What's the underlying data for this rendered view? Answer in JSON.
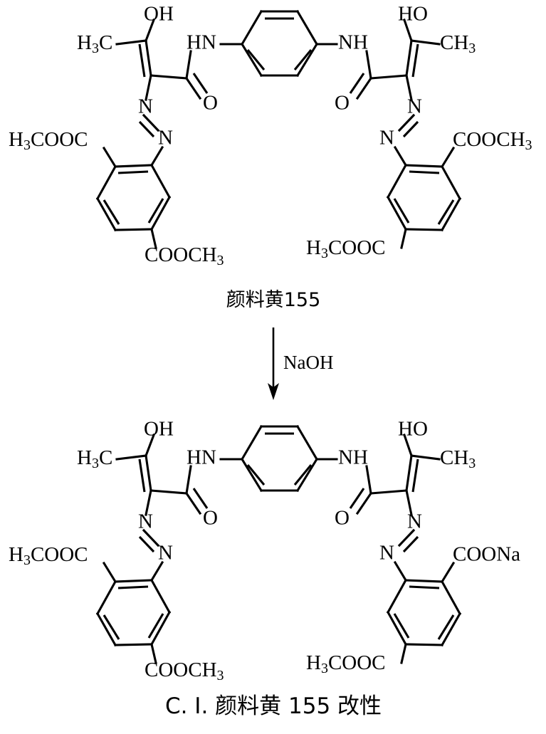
{
  "document": {
    "type": "chemical-reaction-scheme",
    "background_color": "#ffffff",
    "line_color": "#000000"
  },
  "reaction": {
    "reactant_label": "颜料黄155",
    "reagent_label": "NaOH",
    "arrow": "down-arrow",
    "product_caption": "C. I. 颜料黄 155 改性"
  },
  "structures": [
    {
      "id": "reactant",
      "name": "pigment-yellow-155",
      "central_ring": "para-phenylene",
      "labels": {
        "left_hydroxyl": "OH",
        "left_methyl": "H",
        "left_methyl_sub": "3",
        "left_methyl_c": "C",
        "left_amide_nh": "HN",
        "left_carbonyl_o": "O",
        "left_azo_n1": "N",
        "left_azo_n2": "N",
        "left_ester_top": "H",
        "left_ester_top_sub": "3",
        "left_ester_top_rest": "COOC",
        "left_ester_bottom": "COOCH",
        "left_ester_bottom_sub": "3",
        "right_hydroxyl": "HO",
        "right_methyl": "CH",
        "right_methyl_sub": "3",
        "right_amide_nh": "NH",
        "right_carbonyl_o": "O",
        "right_azo_n1": "N",
        "right_azo_n2": "N",
        "right_ester_top": "COOCH",
        "right_ester_top_sub": "3",
        "right_ester_bottom": "H",
        "right_ester_bottom_sub": "3",
        "right_ester_bottom_rest": "COOC"
      }
    },
    {
      "id": "product",
      "name": "pigment-yellow-155-modified",
      "central_ring": "para-phenylene",
      "labels": {
        "left_hydroxyl": "OH",
        "left_methyl": "H",
        "left_methyl_sub": "3",
        "left_methyl_c": "C",
        "left_amide_nh": "HN",
        "left_carbonyl_o": "O",
        "left_azo_n1": "N",
        "left_azo_n2": "N",
        "left_ester_top": "H",
        "left_ester_top_sub": "3",
        "left_ester_top_rest": "COOC",
        "left_ester_bottom": "COOCH",
        "left_ester_bottom_sub": "3",
        "right_hydroxyl": "HO",
        "right_methyl": "CH",
        "right_methyl_sub": "3",
        "right_amide_nh": "NH",
        "right_carbonyl_o": "O",
        "right_azo_n1": "N",
        "right_azo_n2": "N",
        "right_ester_top": "COONa",
        "right_ester_bottom": "H",
        "right_ester_bottom_sub": "3",
        "right_ester_bottom_rest": "COOC"
      }
    }
  ]
}
